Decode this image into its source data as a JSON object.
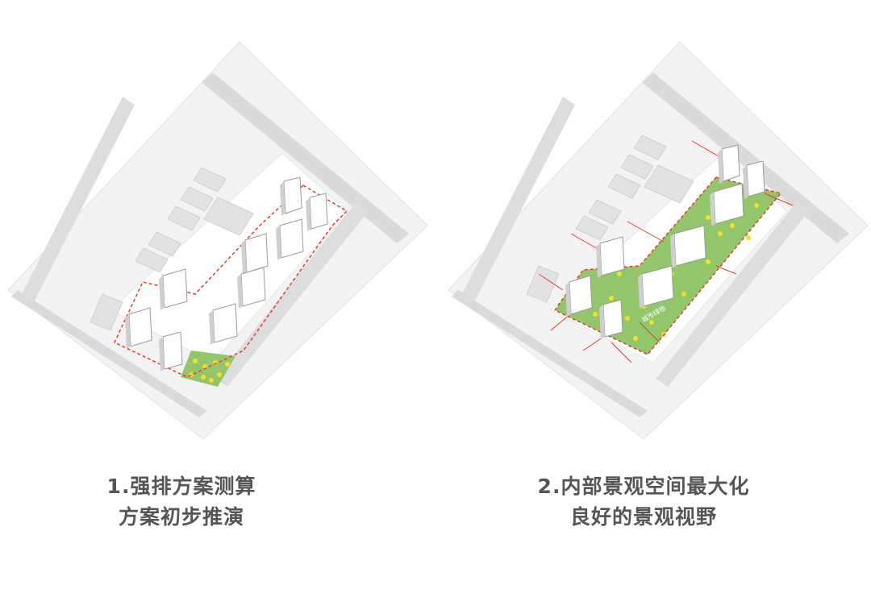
{
  "captions": [
    {
      "line1": "1.强排方案测算",
      "line2": "方案初步推演"
    },
    {
      "line1": "2.内部景观空间最大化",
      "line2": "良好的景观视野"
    }
  ],
  "zone_label": "城市绿地",
  "colors": {
    "ground": "#f2f2f2",
    "road": "#d6d6d6",
    "plot": "#ffffff",
    "greenery": "#93c66a",
    "tree": "#f2e12a",
    "boundary": "#e23b2e",
    "arrow": "#e23b2e",
    "caption": "#555555"
  }
}
